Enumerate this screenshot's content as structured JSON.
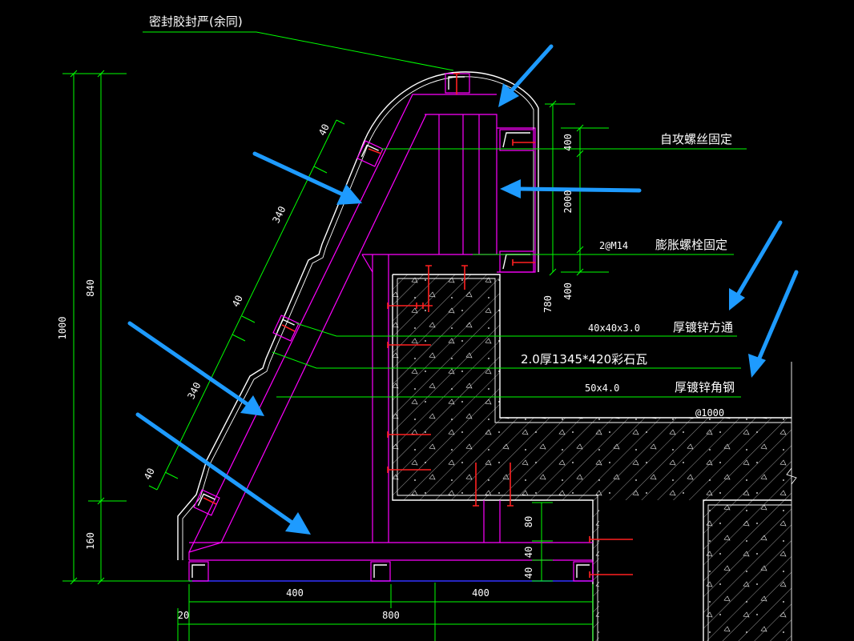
{
  "annotations": {
    "sealant": "密封胶封严(余同)",
    "self_tap": "自攻螺丝固定",
    "bolt_spec": "2@M14",
    "bolt": "膨胀螺栓固定",
    "tube_spec": "40x40x3.0",
    "tube": "厚镀锌方通",
    "tile": "2.0厚1345*420彩石瓦",
    "angle_spec": "50x4.0",
    "angle": "厚镀锌角钢",
    "spacing": "@1000"
  },
  "dimensions": {
    "total_height": "1000",
    "upper_height": "840",
    "lower_height": "160",
    "slope_top_40": "40",
    "slope_340_a": "340",
    "slope_mid_40": "40",
    "slope_340_b": "340",
    "slope_bot_40": "40",
    "right_400_top": "400",
    "right_2000": "2000",
    "right_400_mid": "400",
    "right_780": "780",
    "right_80": "80",
    "right_40_a": "40",
    "right_40_b": "40",
    "bottom_400_l": "400",
    "bottom_400_r": "400",
    "bottom_20": "20",
    "bottom_800": "800"
  },
  "colors": {
    "background": "#000000",
    "dimension_line": "#00ff00",
    "steel_frame": "#ff00ff",
    "outline": "#ffffff",
    "bolt": "#ff2020",
    "arrow": "#1e9bff"
  }
}
